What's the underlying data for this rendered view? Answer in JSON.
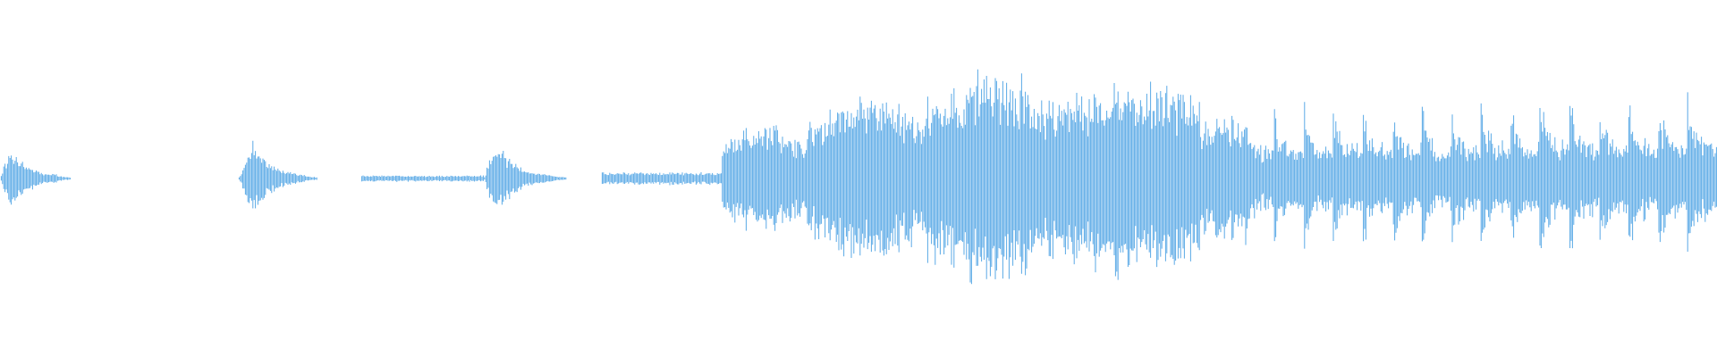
{
  "waveform": {
    "color": "#5aa9e6",
    "background": "#ffffff",
    "amplitude_max": 1.0,
    "duration_fraction_visible": 1.0,
    "segments": [
      {
        "start": 0.0,
        "end": 0.041,
        "kind": "decay",
        "peak": 0.33,
        "attack": 0.006,
        "decay": 0.018,
        "floor": 0.02
      },
      {
        "start": 0.139,
        "end": 0.185,
        "kind": "decay",
        "peak": 0.36,
        "attack": 0.008,
        "decay": 0.014,
        "floor": 0.02
      },
      {
        "start": 0.21,
        "end": 0.282,
        "kind": "flat",
        "peak": 0.03
      },
      {
        "start": 0.282,
        "end": 0.33,
        "kind": "decay",
        "peak": 0.38,
        "attack": 0.006,
        "decay": 0.016,
        "floor": 0.02
      },
      {
        "start": 0.35,
        "end": 0.42,
        "kind": "flat",
        "peak": 0.06
      },
      {
        "start": 0.42,
        "end": 0.47,
        "kind": "swell",
        "peak": 0.52,
        "base": 0.35
      },
      {
        "start": 0.47,
        "end": 0.54,
        "kind": "swell",
        "peak": 0.78,
        "base": 0.55
      },
      {
        "start": 0.54,
        "end": 0.615,
        "kind": "swell",
        "peak": 1.0,
        "base": 0.75
      },
      {
        "start": 0.615,
        "end": 0.7,
        "kind": "swell",
        "peak": 0.93,
        "base": 0.72
      },
      {
        "start": 0.7,
        "end": 0.725,
        "kind": "swell",
        "peak": 0.62,
        "base": 0.5
      },
      {
        "start": 0.725,
        "end": 1.0,
        "kind": "pulses",
        "peak": 0.88,
        "base": 0.35,
        "count": 16,
        "growth": 0.25
      }
    ]
  }
}
